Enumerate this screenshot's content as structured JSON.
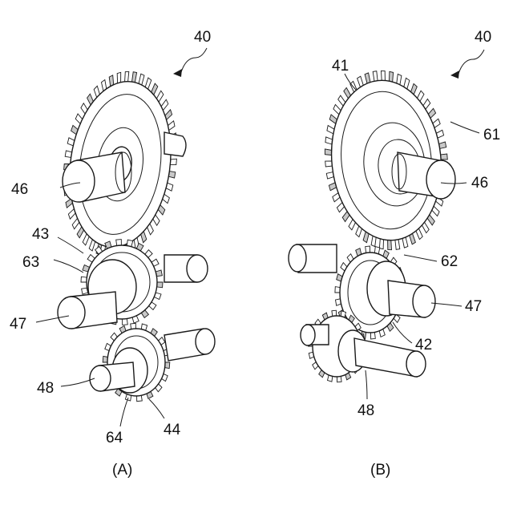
{
  "figure": {
    "panel_a": {
      "caption": "(A)",
      "ref_assembly": "40",
      "labels": {
        "shaft_top": "46",
        "gear_mid": "43",
        "hub_mid": "63",
        "shaft_mid": "47",
        "shaft_low": "48",
        "hub_low": "64",
        "gear_low": "44"
      }
    },
    "panel_b": {
      "caption": "(B)",
      "ref_assembly": "40",
      "labels": {
        "gear_top": "41",
        "hub_top": "61",
        "shaft_top": "46",
        "hub_mid": "62",
        "shaft_mid": "47",
        "gear_low": "42",
        "shaft_low": "48"
      }
    }
  },
  "colors": {
    "line": "#1a1a1a",
    "tooth_shade": "#c8c8c8",
    "background": "#ffffff"
  }
}
